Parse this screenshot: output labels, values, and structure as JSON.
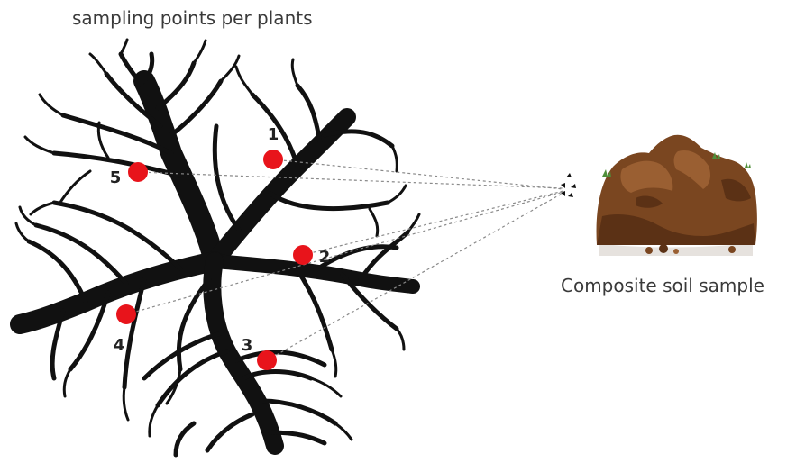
{
  "title": "sampling points per plants",
  "composite_caption": "Composite soil sample",
  "points": [
    {
      "label": "1"
    },
    {
      "label": "2"
    },
    {
      "label": "3"
    },
    {
      "label": "4"
    },
    {
      "label": "5"
    }
  ],
  "colors": {
    "root": "#111111",
    "point": "#e8141b",
    "text": "#3a3a3a",
    "dash": "#8a8a8a",
    "soil_dark": "#5b3115",
    "soil_mid": "#7a4620",
    "soil_light": "#9a5f32",
    "grass": "#4f8f3a"
  }
}
